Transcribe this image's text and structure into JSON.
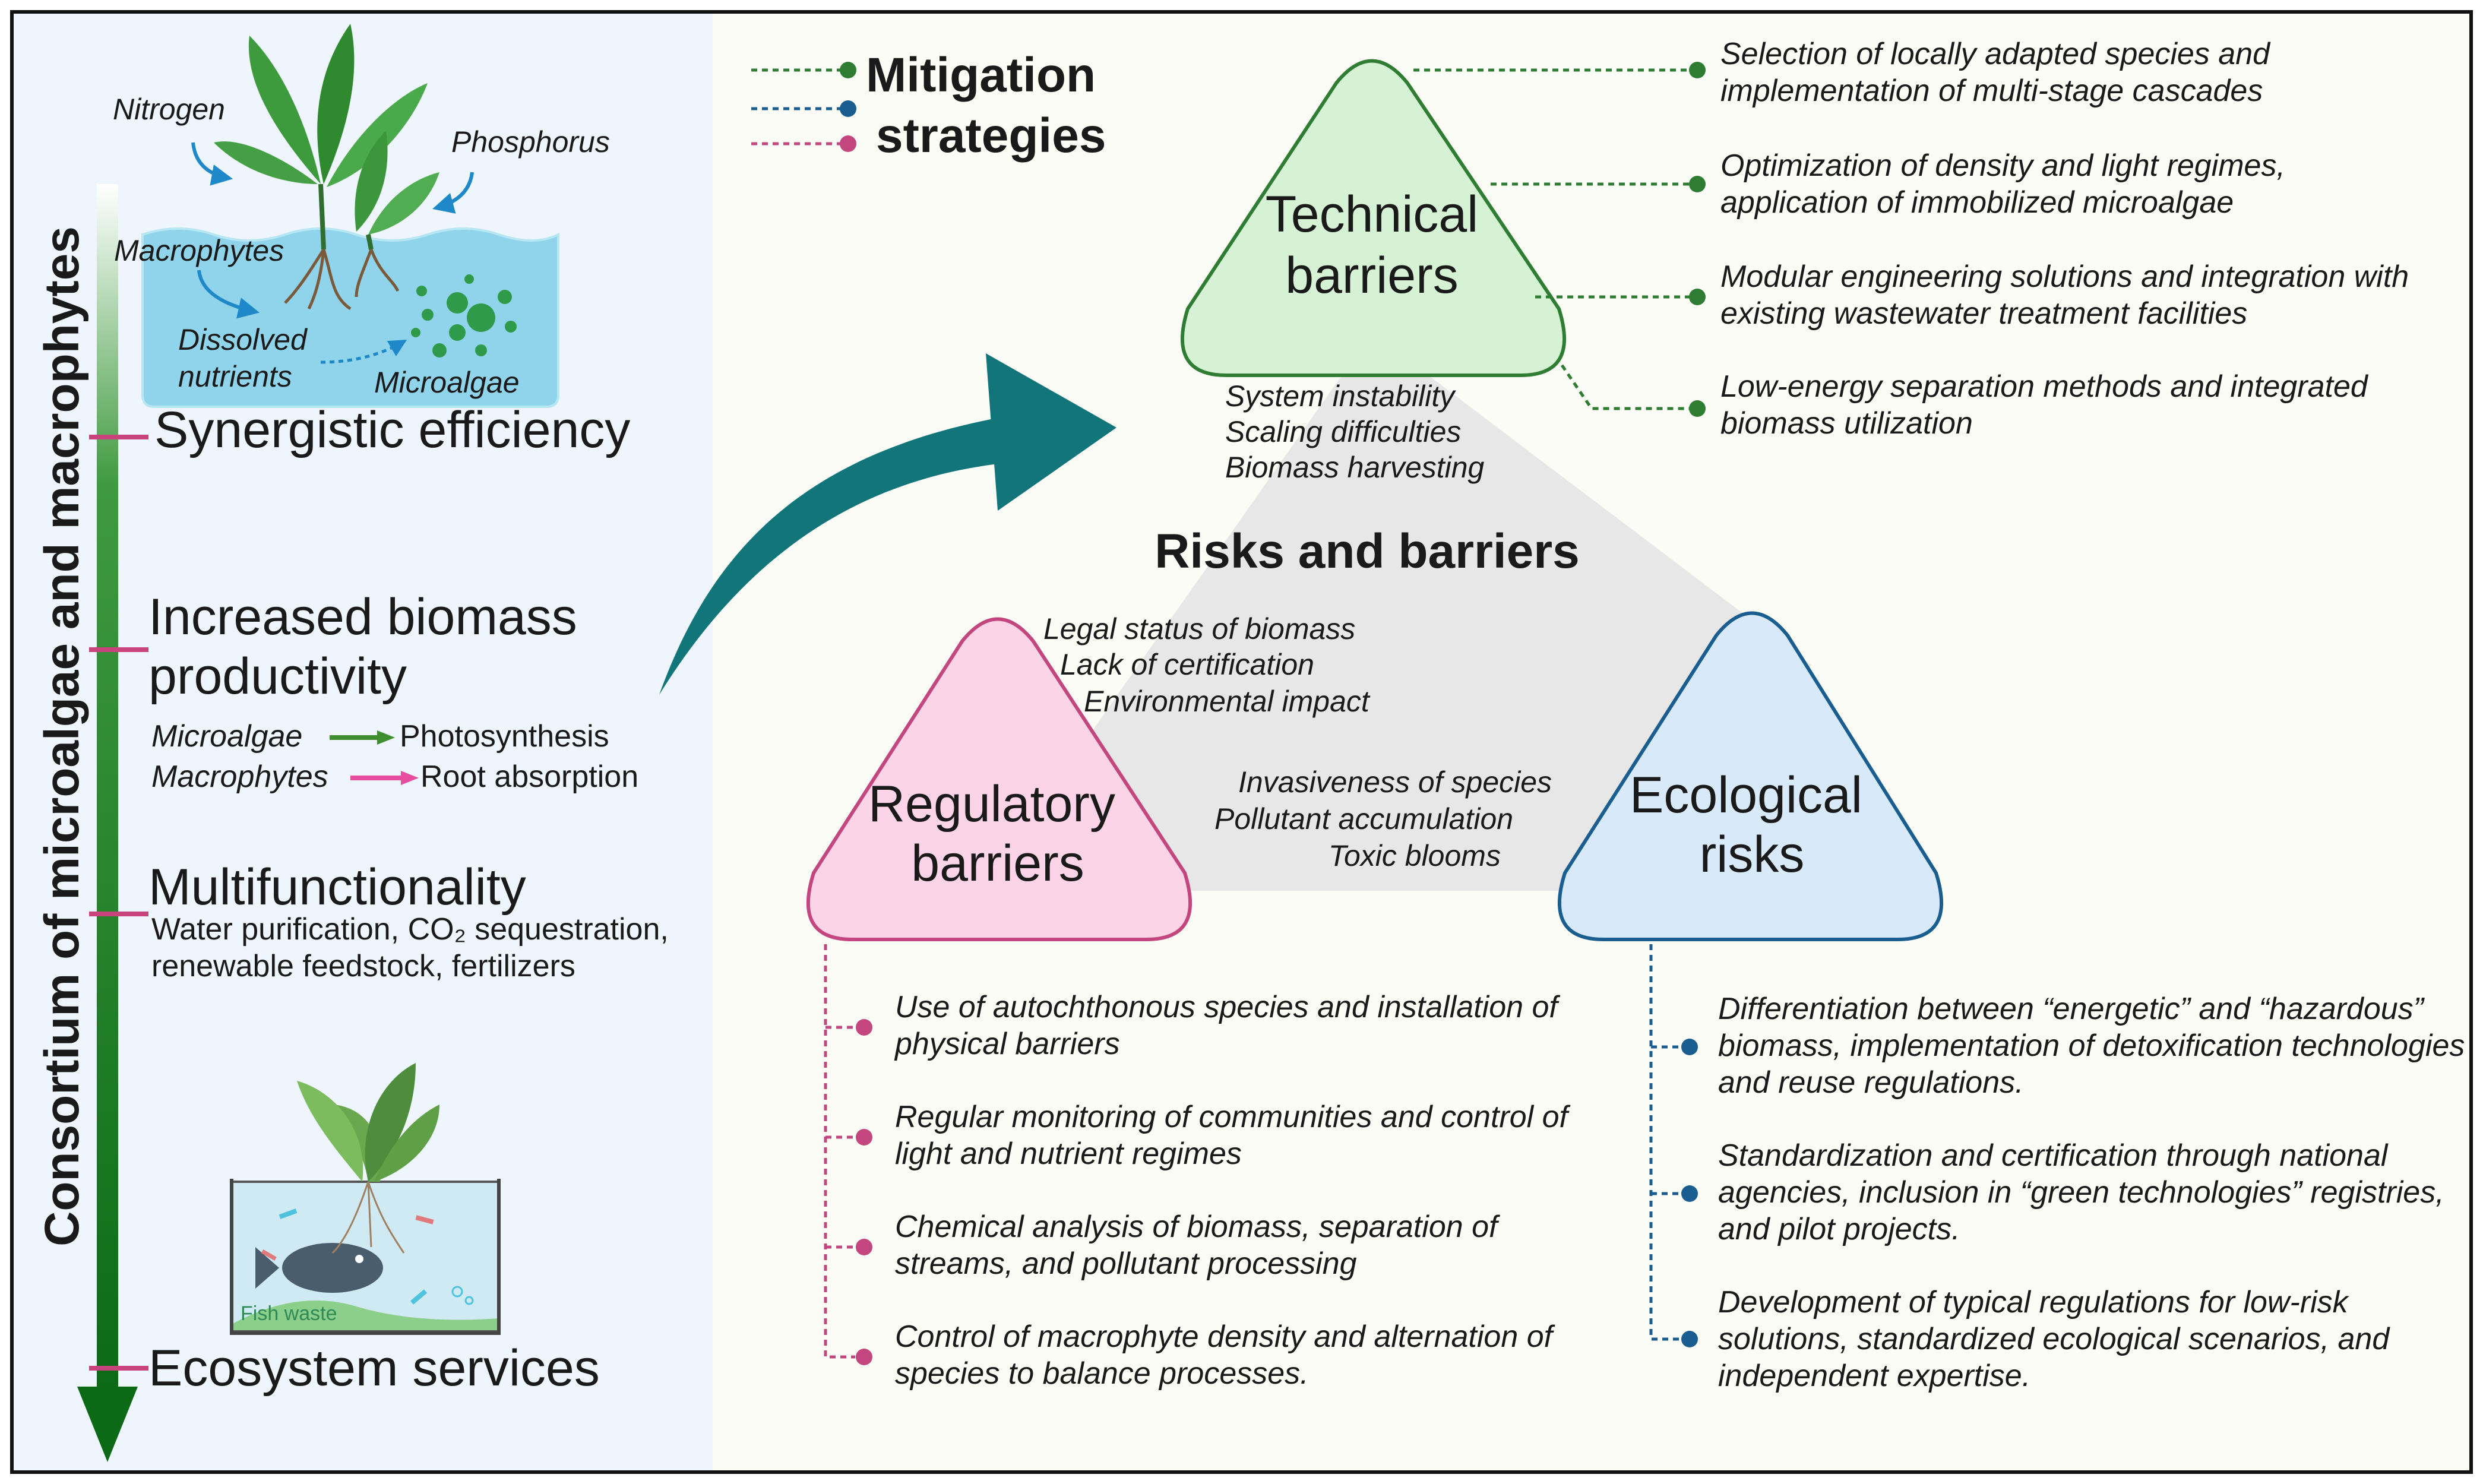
{
  "legend": {
    "title_line1": "Mitigation",
    "title_line2": "strategies",
    "colors": {
      "technical": "#2e7d32",
      "ecological": "#1a5e91",
      "regulatory": "#c4467f"
    }
  },
  "left_panel": {
    "vertical_title": "Consortium of microalgae and macrophytes",
    "illustration": {
      "nitrogen": "Nitrogen",
      "phosphorus": "Phosphorus",
      "macrophytes": "Macrophytes",
      "dissolved_nutrients_l1": "Dissolved",
      "dissolved_nutrients_l2": "nutrients",
      "microalgae": "Microalgae",
      "fish_waste": "Fish waste"
    },
    "benefits": [
      {
        "title": "Synergistic efficiency"
      },
      {
        "title_l1": "Increased biomass",
        "title_l2": "productivity",
        "row1_left": "Microalgae",
        "row1_right": "Photosynthesis",
        "row2_left": "Macrophytes",
        "row2_right": "Root absorption"
      },
      {
        "title": "Multifunctionality",
        "desc_l1": "Water purification, CO₂ sequestration,",
        "desc_l2": "renewable feedstock, fertilizers"
      },
      {
        "title": "Ecosystem services"
      }
    ]
  },
  "center": {
    "title": "Risks and barriers",
    "technical": {
      "label_l1": "Technical",
      "label_l2": "barriers",
      "risks": [
        "System instability",
        "Scaling difficulties",
        "Biomass harvesting"
      ]
    },
    "regulatory": {
      "label_l1": "Regulatory",
      "label_l2": "barriers",
      "risks": [
        "Legal status of biomass",
        "Lack of certification",
        "Environmental impact"
      ]
    },
    "ecological": {
      "label_l1": "Ecological",
      "label_l2": "risks",
      "risks": [
        "Invasiveness of species",
        "Pollutant accumulation",
        "Toxic blooms"
      ]
    }
  },
  "strategies": {
    "technical": [
      "Selection of locally adapted species and implementation of multi-stage cascades",
      "Optimization of density and light regimes, application of immobilized microalgae",
      "Modular engineering solutions and integration with existing wastewater treatment facilities",
      "Low-energy separation methods and integrated biomass utilization"
    ],
    "regulatory": [
      "Use of autochthonous species and installation of physical barriers",
      "Regular monitoring of communities and control of light and nutrient regimes",
      "Chemical analysis of biomass, separation of streams, and pollutant processing",
      "Control of macrophyte density and alternation of species to balance processes."
    ],
    "ecological": [
      "Differentiation between “energetic” and “hazardous” biomass, implementation of detoxification technologies and reuse regulations.",
      "Standardization and certification through national agencies, inclusion in “green technologies” registries, and pilot projects.",
      "Development of typical regulations for low-risk solutions, standardized ecological scenarios, and independent expertise."
    ]
  }
}
